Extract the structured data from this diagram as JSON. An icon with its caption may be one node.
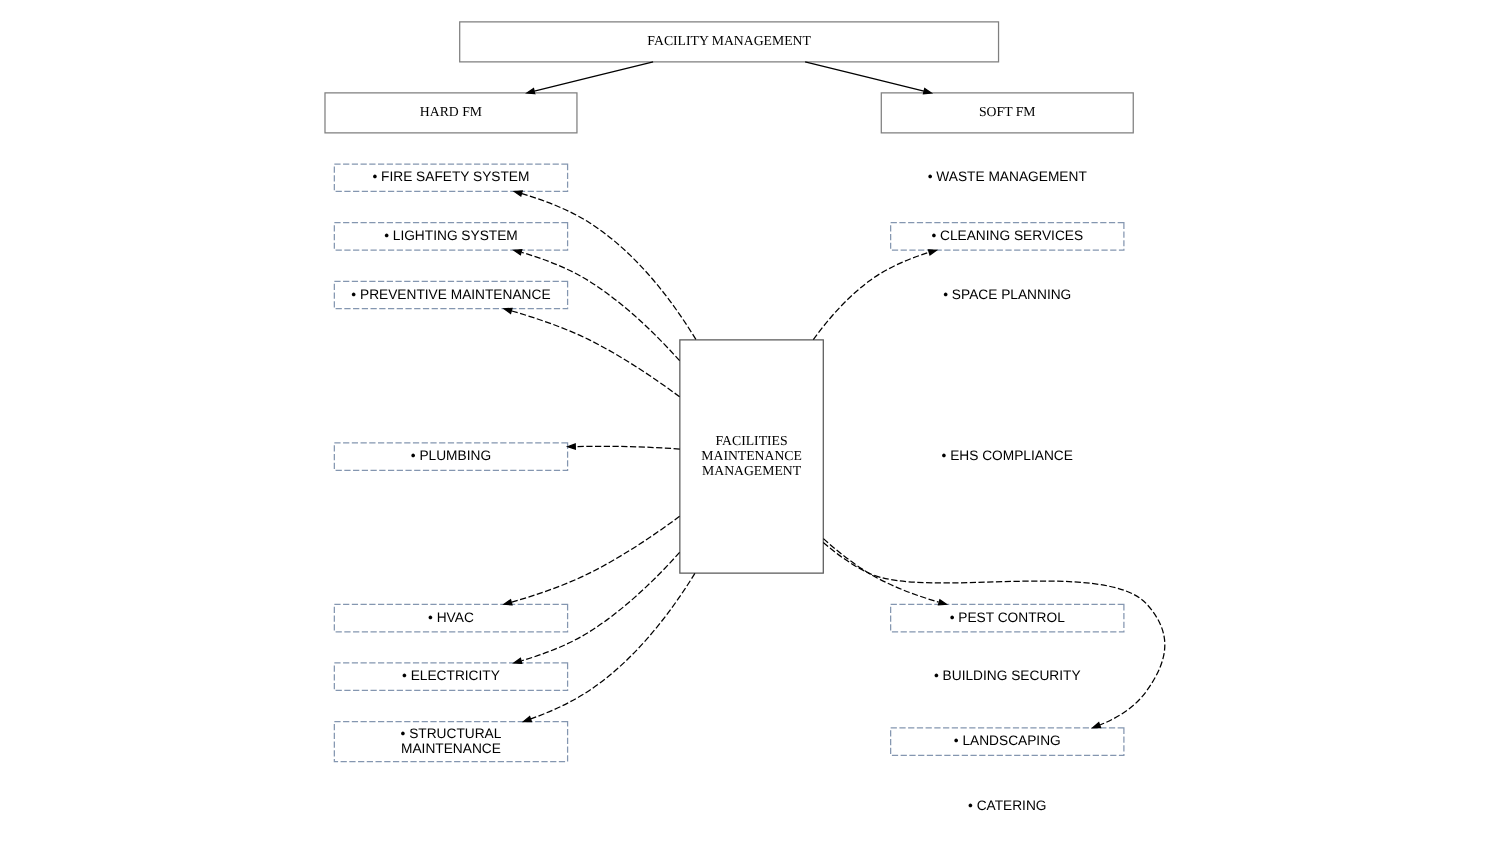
{
  "diagram": {
    "nodes": [
      {
        "text": [
          "FACILITY MANAGEMENT"
        ]
      },
      {
        "text": [
          "HARD FM"
        ]
      },
      {
        "text": [
          "SOFT FM"
        ]
      },
      {
        "text": [
          "• FIRE SAFETY SYSTEM"
        ]
      },
      {
        "text": [
          "• LIGHTING SYSTEM"
        ]
      },
      {
        "text": [
          "• PREVENTIVE MAINTENANCE"
        ]
      },
      {
        "text": [
          "• PLUMBING"
        ]
      },
      {
        "text": [
          "• HVAC"
        ]
      },
      {
        "text": [
          "• ELECTRICITY"
        ]
      },
      {
        "text": [
          "• STRUCTURAL MAINTENANCE"
        ]
      },
      {
        "text": [
          "FACILITIES MAINTENANCE MANAGEMENT"
        ]
      },
      {
        "text": [
          "• CLEANING SERVICES"
        ]
      },
      {
        "text": [
          "• PEST CONTROL"
        ]
      },
      {
        "text": [
          "• LANDSCAPING"
        ]
      }
    ],
    "edges": [
      {
        "from": 0,
        "to": 1,
        "arrow": "to"
      },
      {
        "from": 0,
        "to": 2,
        "arrow": "to"
      },
      {
        "from": 10,
        "to": 3,
        "arrow": "to",
        "style": "dashed"
      },
      {
        "from": 10,
        "to": 4,
        "arrow": "to",
        "style": "dashed"
      },
      {
        "from": 10,
        "to": 5,
        "arrow": "to",
        "style": "dashed"
      },
      {
        "from": 10,
        "to": 6,
        "arrow": "to",
        "style": "dashed"
      },
      {
        "from": 10,
        "to": 7,
        "arrow": "to",
        "style": "dashed"
      },
      {
        "from": 10,
        "to": 8,
        "arrow": "to",
        "style": "dashed"
      },
      {
        "from": 10,
        "to": 9,
        "arrow": "to",
        "style": "dashed"
      },
      {
        "from": 10,
        "to": 11,
        "arrow": "to",
        "style": "dashed"
      },
      {
        "from": 10,
        "to": 12,
        "arrow": "to",
        "style": "dashed"
      },
      {
        "from": 10,
        "to": 13,
        "arrow": "to",
        "style": "dashed"
      }
    ],
    "labels": [
      "• WASTE MANAGEMENT",
      "• SPACE PLANNING",
      "• EHS COMPLIANCE",
      "• BUILDING SECURITY",
      "• CATERING"
    ]
  }
}
